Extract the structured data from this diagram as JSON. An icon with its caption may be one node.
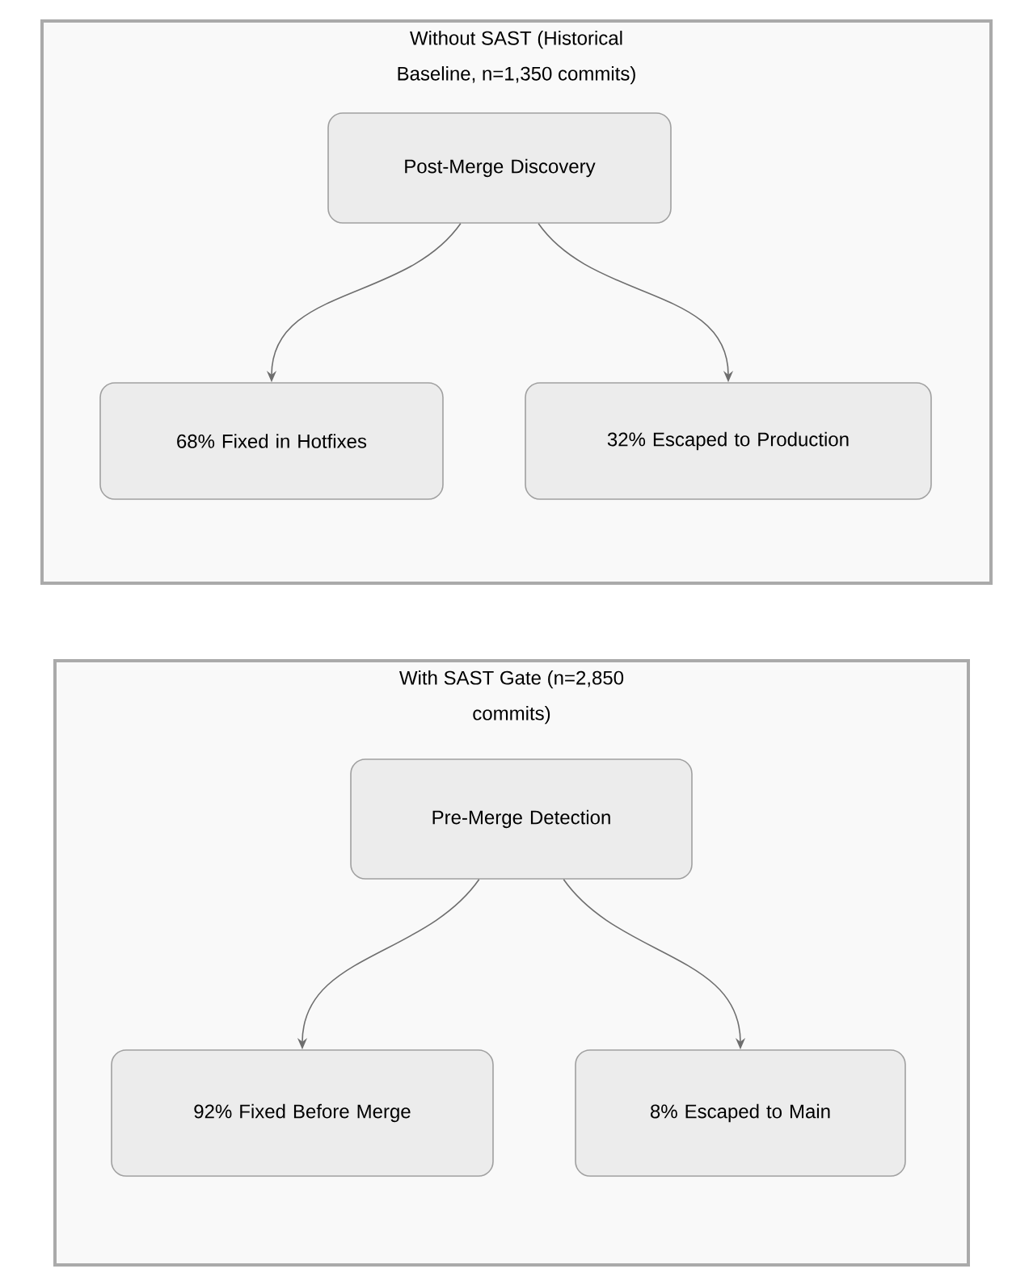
{
  "diagram": {
    "nodes": [
      {
        "text": [
          "Without SAST (Historical Baseline, n=1,350 commits)"
        ]
      },
      {
        "text": [
          "Post-Merge Discovery"
        ],
        "in": 0
      },
      {
        "text": [
          "68% Fixed in Hotfixes"
        ],
        "in": 0
      },
      {
        "text": [
          "32% Escaped to Production"
        ],
        "in": 0
      },
      {
        "text": [
          "With SAST Gate (n=2,850 commits)"
        ]
      },
      {
        "text": [
          "Pre-Merge Detection"
        ],
        "in": 4
      },
      {
        "text": [
          "92% Fixed Before Merge"
        ],
        "in": 4
      },
      {
        "text": [
          "8% Escaped to Main"
        ],
        "in": 4
      }
    ],
    "edges": [
      {
        "from": 1,
        "to": 2,
        "arrow": "to"
      },
      {
        "from": 1,
        "to": 3,
        "arrow": "to"
      },
      {
        "from": 5,
        "to": 6,
        "arrow": "to"
      },
      {
        "from": 5,
        "to": 7,
        "arrow": "to"
      }
    ]
  }
}
